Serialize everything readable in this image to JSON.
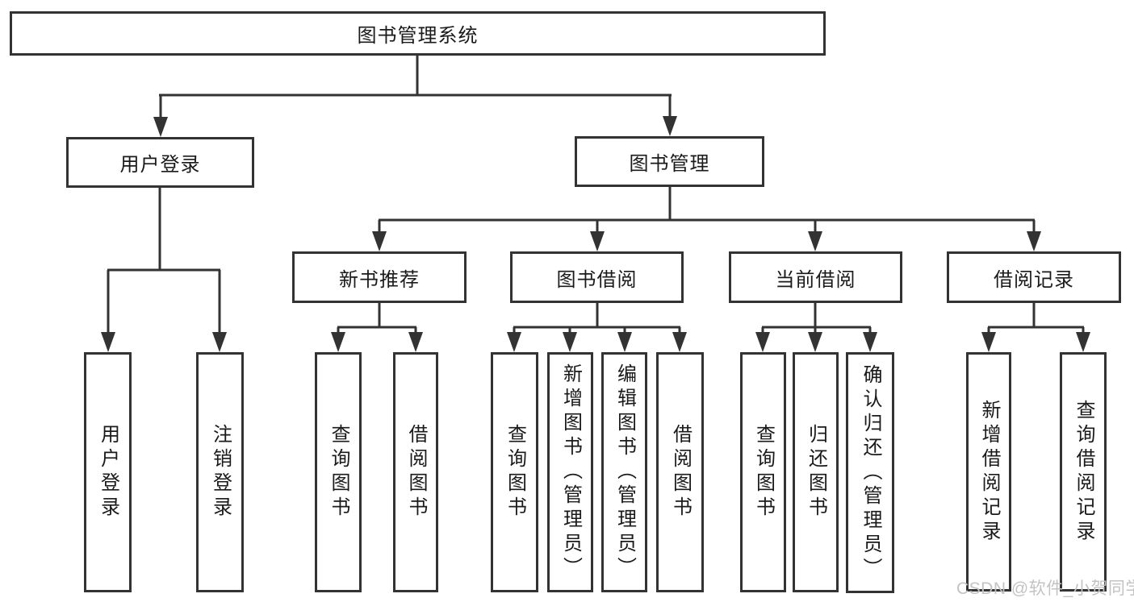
{
  "diagram": {
    "root": {
      "label": "图书管理系统"
    },
    "level2": {
      "user_login": {
        "label": "用户登录"
      },
      "book_mgmt": {
        "label": "图书管理"
      }
    },
    "level3": {
      "new_book_rec": {
        "label": "新书推荐"
      },
      "book_borrow": {
        "label": "图书借阅"
      },
      "current_borrow": {
        "label": "当前借阅"
      },
      "borrow_record": {
        "label": "借阅记录"
      }
    },
    "leaves": {
      "user_login_children": [
        "用户登录",
        "注销登录"
      ],
      "new_book_rec_children": [
        "查询图书",
        "借阅图书"
      ],
      "book_borrow_children": [
        "查询图书",
        "新增图书（管理员）",
        "编辑图书（管理员）",
        "借阅图书"
      ],
      "current_borrow_children": [
        "查询图书",
        "归还图书",
        "确认归还（管理员）"
      ],
      "borrow_record_children": [
        "新增借阅记录",
        "查询借阅记录"
      ]
    }
  },
  "watermark": {
    "text": "CSDN @软件_小贺同学"
  },
  "colors": {
    "line": "#333333",
    "box_border": "#333333",
    "text": "#1a1a1a",
    "watermark": "#c3c3c3",
    "background": "#ffffff"
  }
}
